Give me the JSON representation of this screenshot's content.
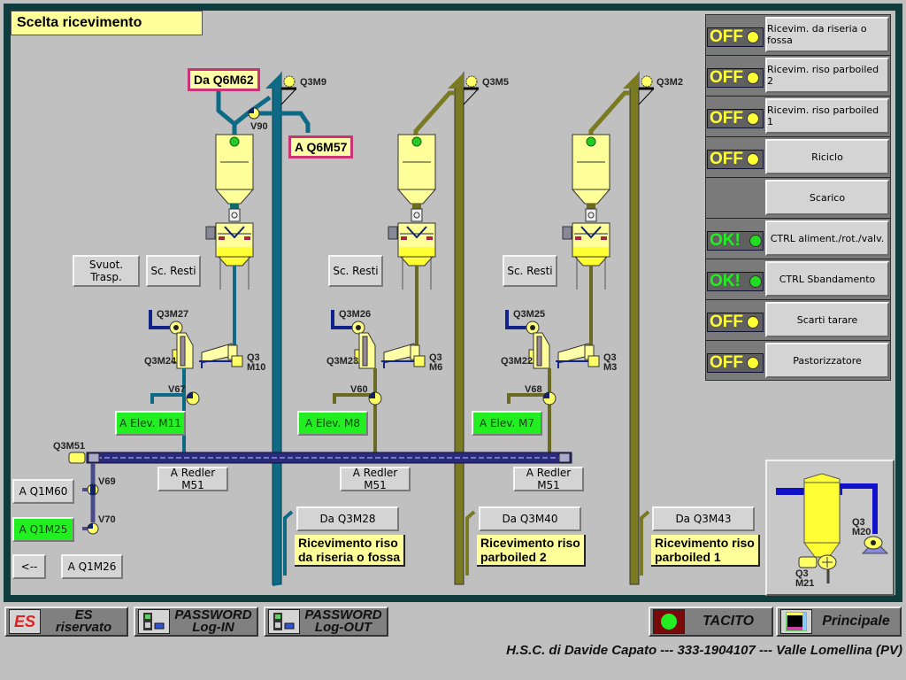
{
  "title": "Scelta ricevimento",
  "tags": {
    "from_q6m62": "Da Q6M62",
    "to_q6m57": "A Q6M57"
  },
  "colors": {
    "line1": "#0f6a86",
    "line2": "#7a7a22",
    "status_off": "#ffff33",
    "status_ok": "#22ee22",
    "frame": "#0f3c3c"
  },
  "labels": {
    "q3m9": "Q3M9",
    "q3m5": "Q3M5",
    "q3m2": "Q3M2",
    "v90": "V90",
    "q3m27": "Q3M27",
    "q3m24": "Q3M24",
    "q3m10a": "Q3",
    "q3m10b": "M10",
    "v67": "V67",
    "q3m26": "Q3M26",
    "q3m23": "Q3M23",
    "q3m6a": "Q3",
    "q3m6b": "M6",
    "v60": "V60",
    "q3m25": "Q3M25",
    "q3m22": "Q3M22",
    "q3m3a": "Q3",
    "q3m3b": "M3",
    "v68": "V68",
    "q3m51": "Q3M51",
    "v69": "V69",
    "v70": "V70",
    "q3m20a": "Q3",
    "q3m20b": "M20",
    "q3m21a": "Q3",
    "q3m21b": "M21"
  },
  "buttons": {
    "svuot_trasp": "Svuot. Trasp.",
    "sc_resti_1": "Sc. Resti",
    "sc_resti_2": "Sc. Resti",
    "sc_resti_3": "Sc. Resti",
    "elev_m11": "A Elev. M11",
    "elev_m8": "A Elev. M8",
    "elev_m7": "A Elev. M7",
    "redler_1": "A Redler M51",
    "redler_2": "A Redler M51",
    "redler_3": "A Redler M51",
    "q1m60": "A Q1M60",
    "q1m25": "A Q1M25",
    "back": "<--",
    "q1m26": "A Q1M26",
    "da_q3m28": "Da Q3M28",
    "da_q3m40": "Da Q3M40",
    "da_q3m43": "Da Q3M43"
  },
  "line_labels": {
    "line1": [
      "Ricevimento riso",
      "da riseria o fossa"
    ],
    "line2": [
      "Ricevimento riso",
      "parboiled 2"
    ],
    "line3": [
      "Ricevimento riso",
      "parboiled 1"
    ]
  },
  "panel": [
    {
      "status": "OFF",
      "label": "Ricevim. da riseria o fossa"
    },
    {
      "status": "OFF",
      "label": "Ricevim. riso parboiled 2"
    },
    {
      "status": "OFF",
      "label": "Ricevim. riso parboiled 1"
    },
    {
      "status": "OFF",
      "label": "Riciclo"
    },
    {
      "status": "",
      "label": "Scarico"
    },
    {
      "status": "OK!",
      "label": "CTRL aliment./rot./valv."
    },
    {
      "status": "OK!",
      "label": "CTRL Sbandamento"
    },
    {
      "status": "OFF",
      "label": "Scarti tarare"
    },
    {
      "status": "OFF",
      "label": "Pastorizzatore"
    }
  ],
  "footer": {
    "es_icon": "ES",
    "es_label_1": "ES",
    "es_label_2": "riservato",
    "login_1": "PASSWORD",
    "login_2": "Log-IN",
    "logout_1": "PASSWORD",
    "logout_2": "Log-OUT",
    "tacito": "TACITO",
    "principale": "Principale",
    "credits": "H.S.C. di Davide Capato --- 333-1904107 --- Valle Lomellina (PV)"
  }
}
